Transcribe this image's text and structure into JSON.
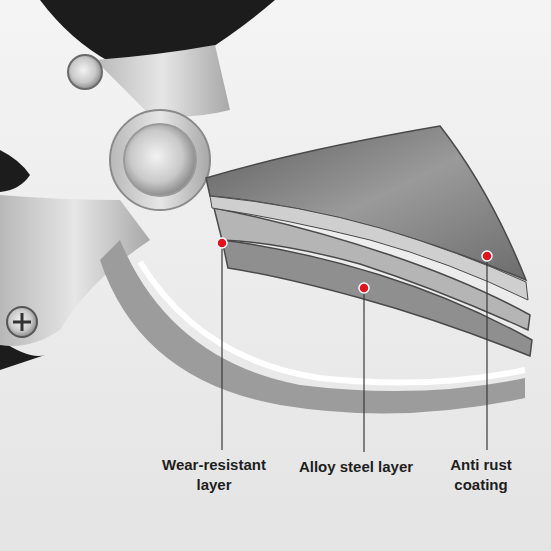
{
  "diagram": {
    "labels": [
      "Wear-resistant layer",
      "Alloy steel layer",
      "Anti rust coating"
    ]
  }
}
